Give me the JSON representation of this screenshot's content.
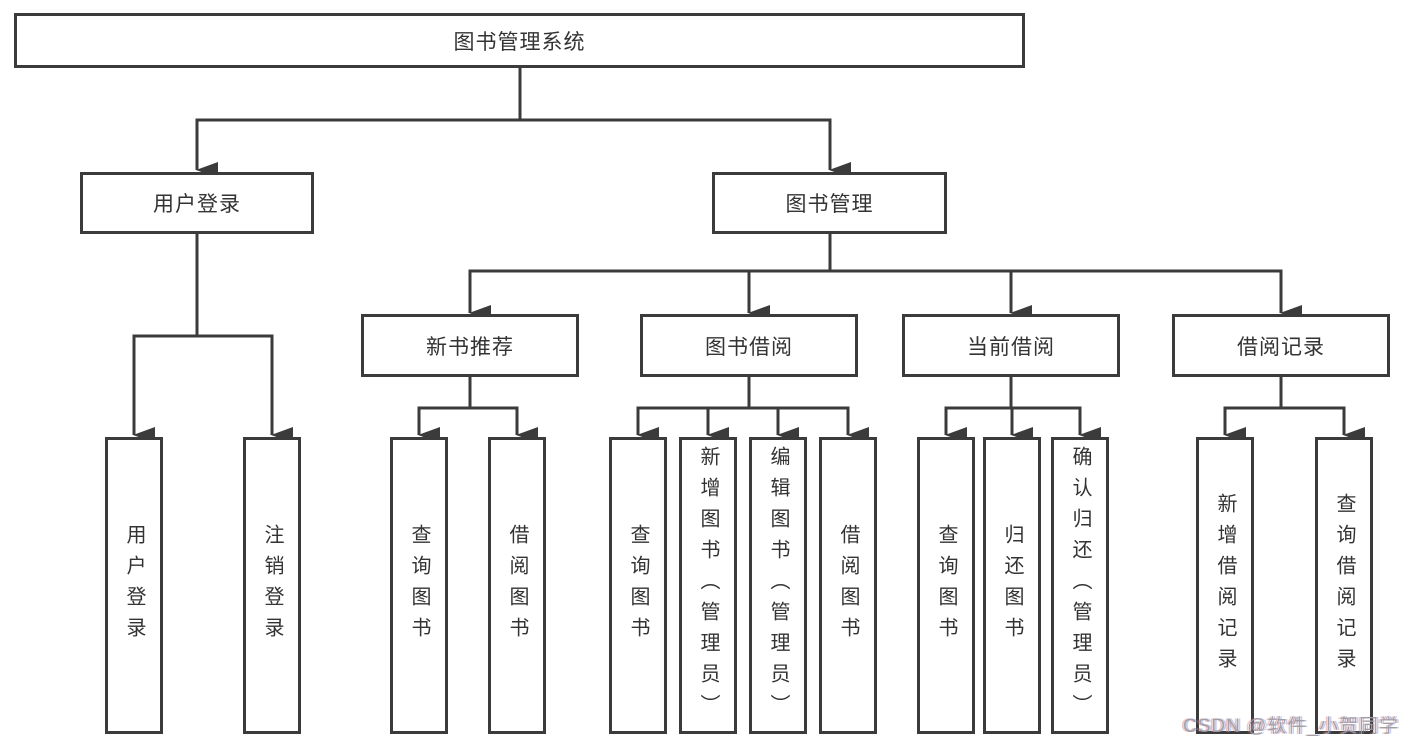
{
  "diagram": {
    "title": "图书管理系统",
    "root": "图书管理系统",
    "level2": {
      "user_login": "用户登录",
      "book_mgmt": "图书管理"
    },
    "level3": {
      "new_book": "新书推荐",
      "borrow": "图书借阅",
      "current": "当前借阅",
      "record": "借阅记录"
    },
    "leaves": {
      "user_login": [
        "用户登录",
        "注销登录"
      ],
      "new_book": [
        "查询图书",
        "借阅图书"
      ],
      "borrow": [
        "查询图书",
        "新增图书（管理员）",
        "编辑图书（管理员）",
        "借阅图书"
      ],
      "current": [
        "查询图书",
        "归还图书",
        "确认归还（管理员）"
      ],
      "record": [
        "新增借阅记录",
        "查询借阅记录"
      ]
    }
  },
  "watermark": "CSDN @软件_小贺同学",
  "colors": {
    "line": "#3b3b3b",
    "text": "#333333",
    "background": "#ffffff",
    "watermark": "#9c9ca2"
  }
}
